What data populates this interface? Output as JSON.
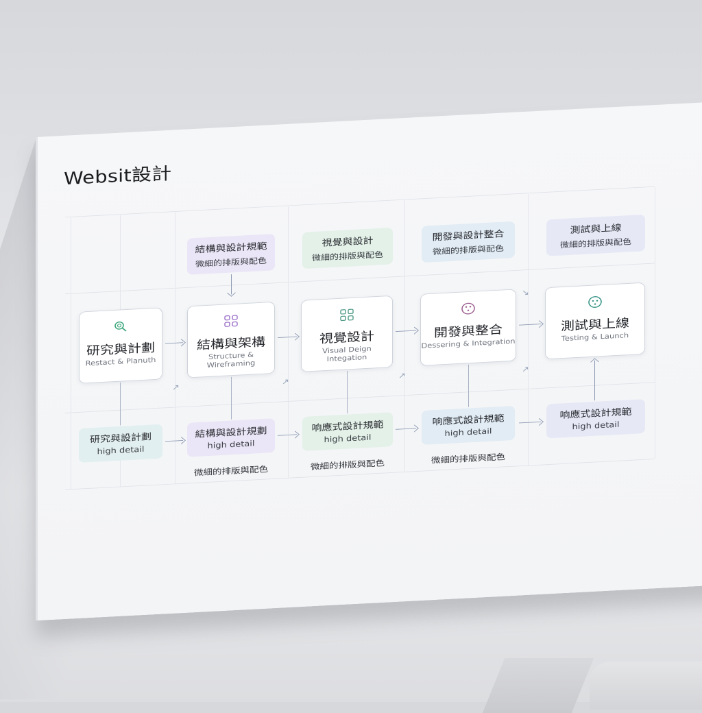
{
  "title": "Websit設計",
  "main_steps": [
    {
      "zh": "研究與計劃",
      "en": "Restact & Planuth",
      "icon": "magnifier-icon",
      "color": "#3aa57a"
    },
    {
      "zh": "結構與架構",
      "en": "Structure & Wireframing",
      "icon": "grid-icon",
      "color": "#9a6fc8"
    },
    {
      "zh": "視覺設計",
      "en": "Visual Deign Integation",
      "icon": "grid-icon",
      "color": "#4f9a86"
    },
    {
      "zh": "開發與整合",
      "en": "Dessering & Integration",
      "icon": "palette-icon",
      "color": "#9a5a8c"
    },
    {
      "zh": "測試與上線",
      "en": "Testing & Launch",
      "icon": "palette-icon",
      "color": "#2f8f80"
    }
  ],
  "top_tags": [
    {
      "line1": "結構與設計規範",
      "line2": "微細的排版與配色"
    },
    {
      "line1": "視覺與設計",
      "line2": "微細的排版與配色"
    },
    {
      "line1": "開發與設計整合",
      "line2": "微細的排版與配色"
    },
    {
      "line1": "測試與上線",
      "line2": "微細的排版與配色"
    }
  ],
  "bottom_tags": [
    {
      "line1": "研究與設計劃",
      "line2": "high detail"
    },
    {
      "line1": "結構與設計規劃",
      "line2": "high detail"
    },
    {
      "line1": "响應式設計規範",
      "line2": "high detail"
    },
    {
      "line1": "响應式設計規範",
      "line2": "high detail"
    },
    {
      "line1": "响應式設計規範",
      "line2": "high detail"
    }
  ],
  "captions": [
    "微細的排版與配色",
    "微細的排版與配色",
    "微細的排版與配色"
  ]
}
